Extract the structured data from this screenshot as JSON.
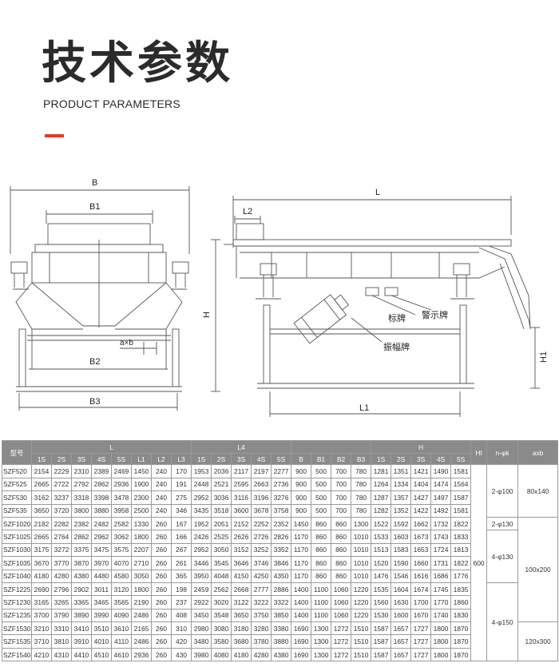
{
  "header": {
    "title_cn": "技术参数",
    "title_en": "PRODUCT PARAMETERS"
  },
  "colors": {
    "accent": "#e6372c",
    "table_header_bg": "#8a8a8a",
    "line": "#555555"
  },
  "drawing": {
    "labels": {
      "B": "B",
      "B1": "B1",
      "B2": "B2",
      "B3": "B3",
      "axb": "a×b",
      "L": "L",
      "L1": "L1",
      "L2": "L2",
      "H": "H",
      "H1": "H1"
    },
    "plates": {
      "label_plate": "标牌",
      "warning_plate": "警示牌",
      "amplitude_plate": "振幅牌"
    }
  },
  "table": {
    "model_header": "型号",
    "groups": {
      "L": "L",
      "L4": "L4",
      "H": "H"
    },
    "sub_headers": {
      "L": [
        "1S",
        "2S",
        "3S",
        "4S",
        "5S"
      ],
      "L_extra": [
        "L1",
        "L2",
        "L3"
      ],
      "L4": [
        "1S",
        "2S",
        "3S",
        "4S",
        "5S"
      ],
      "B_cols": [
        "B",
        "B1",
        "B2",
        "B3"
      ],
      "H": [
        "1S",
        "2S",
        "3S",
        "4S",
        "5S"
      ],
      "tail": [
        "HI",
        "n-φk",
        "axb"
      ]
    },
    "rows": [
      {
        "model": "SZF520",
        "v": [
          "2154",
          "2229",
          "2310",
          "2389",
          "2469",
          "1450",
          "240",
          "170",
          "1953",
          "2036",
          "2117",
          "2197",
          "2277",
          "900",
          "500",
          "700",
          "780",
          "1281",
          "1351",
          "1421",
          "1490",
          "1581"
        ]
      },
      {
        "model": "SZF525",
        "v": [
          "2665",
          "2722",
          "2792",
          "2862",
          "2936",
          "1900",
          "240",
          "191",
          "2448",
          "2521",
          "2595",
          "2663",
          "2736",
          "900",
          "500",
          "700",
          "780",
          "1264",
          "1334",
          "1404",
          "1474",
          "1564"
        ]
      },
      {
        "model": "SZF530",
        "v": [
          "3162",
          "3237",
          "3318",
          "3398",
          "3478",
          "2300",
          "240",
          "275",
          "2952",
          "3036",
          "3116",
          "3196",
          "3276",
          "900",
          "500",
          "700",
          "780",
          "1287",
          "1357",
          "1427",
          "1497",
          "1587"
        ]
      },
      {
        "model": "SZF535",
        "v": [
          "3650",
          "3720",
          "3800",
          "3880",
          "3958",
          "2500",
          "240",
          "346",
          "3435",
          "3518",
          "3600",
          "3678",
          "3758",
          "900",
          "500",
          "700",
          "780",
          "1282",
          "1352",
          "1422",
          "1492",
          "1581"
        ]
      },
      {
        "model": "SZF1020",
        "v": [
          "2182",
          "2282",
          "2382",
          "2482",
          "2582",
          "1330",
          "260",
          "167",
          "1952",
          "2051",
          "2152",
          "2252",
          "2352",
          "1450",
          "860",
          "860",
          "1300",
          "1522",
          "1592",
          "1662",
          "1732",
          "1822"
        ]
      },
      {
        "model": "SZF1025",
        "v": [
          "2665",
          "2764",
          "2862",
          "2962",
          "3062",
          "1800",
          "260",
          "166",
          "2426",
          "2525",
          "2626",
          "2726",
          "2826",
          "1170",
          "860",
          "860",
          "1010",
          "1533",
          "1603",
          "1673",
          "1743",
          "1833"
        ]
      },
      {
        "model": "SZF1030",
        "v": [
          "3175",
          "3272",
          "3375",
          "3475",
          "3575",
          "2207",
          "260",
          "267",
          "2952",
          "3050",
          "3152",
          "3252",
          "3352",
          "1170",
          "860",
          "860",
          "1010",
          "1513",
          "1583",
          "1653",
          "1724",
          "1813"
        ]
      },
      {
        "model": "SZF1035",
        "v": [
          "3670",
          "3770",
          "3870",
          "3970",
          "4070",
          "2710",
          "260",
          "261",
          "3446",
          "3545",
          "3646",
          "3746",
          "3846",
          "1170",
          "860",
          "860",
          "1010",
          "1520",
          "1590",
          "1660",
          "1731",
          "1822"
        ]
      },
      {
        "model": "SZF1040",
        "v": [
          "4180",
          "4280",
          "4380",
          "4480",
          "4580",
          "3050",
          "260",
          "365",
          "3950",
          "4048",
          "4150",
          "4250",
          "4350",
          "1170",
          "860",
          "860",
          "1010",
          "1476",
          "1546",
          "1616",
          "1686",
          "1776"
        ]
      },
      {
        "model": "SZF1225",
        "v": [
          "2690",
          "2796",
          "2902",
          "3011",
          "3120",
          "1800",
          "260",
          "198",
          "2459",
          "2562",
          "2668",
          "2777",
          "2886",
          "1400",
          "1100",
          "1060",
          "1220",
          "1535",
          "1604",
          "1674",
          "1745",
          "1835"
        ]
      },
      {
        "model": "SZF1230",
        "v": [
          "3165",
          "3265",
          "3365",
          "3465",
          "3565",
          "2190",
          "260",
          "237",
          "2922",
          "3020",
          "3122",
          "3222",
          "3322",
          "1400",
          "1100",
          "1060",
          "1220",
          "1560",
          "1630",
          "1700",
          "1770",
          "1860"
        ]
      },
      {
        "model": "SZF1235",
        "v": [
          "3700",
          "3790",
          "3890",
          "3990",
          "4090",
          "2486",
          "260",
          "408",
          "3450",
          "3548",
          "3650",
          "3750",
          "3850",
          "1400",
          "1100",
          "1060",
          "1220",
          "1530",
          "1600",
          "1670",
          "1740",
          "1830"
        ]
      },
      {
        "model": "SZF1530",
        "v": [
          "3210",
          "3310",
          "3410",
          "3510",
          "3610",
          "2165",
          "260",
          "310",
          "2980",
          "3080",
          "3180",
          "3280",
          "3380",
          "1690",
          "1300",
          "1272",
          "1510",
          "1587",
          "1657",
          "1727",
          "1800",
          "1870"
        ]
      },
      {
        "model": "SZF1535",
        "v": [
          "3710",
          "3810",
          "3910",
          "4010",
          "4110",
          "2486",
          "260",
          "420",
          "3480",
          "3580",
          "3680",
          "3780",
          "3880",
          "1690",
          "1300",
          "1272",
          "1510",
          "1587",
          "1657",
          "1727",
          "1800",
          "1870"
        ]
      },
      {
        "model": "SZF1540",
        "v": [
          "4210",
          "4310",
          "4410",
          "4510",
          "4610",
          "2936",
          "260",
          "430",
          "3980",
          "4080",
          "4180",
          "4280",
          "4380",
          "1690",
          "1300",
          "1272",
          "1510",
          "1587",
          "1657",
          "1727",
          "1800",
          "1870"
        ]
      }
    ],
    "merged": {
      "hi": "600",
      "nphik": [
        "2-φ100",
        "2-φ130",
        "4-φ130",
        "4-φ150"
      ],
      "axb": [
        "80x140",
        "100x200",
        "120x300"
      ]
    }
  }
}
